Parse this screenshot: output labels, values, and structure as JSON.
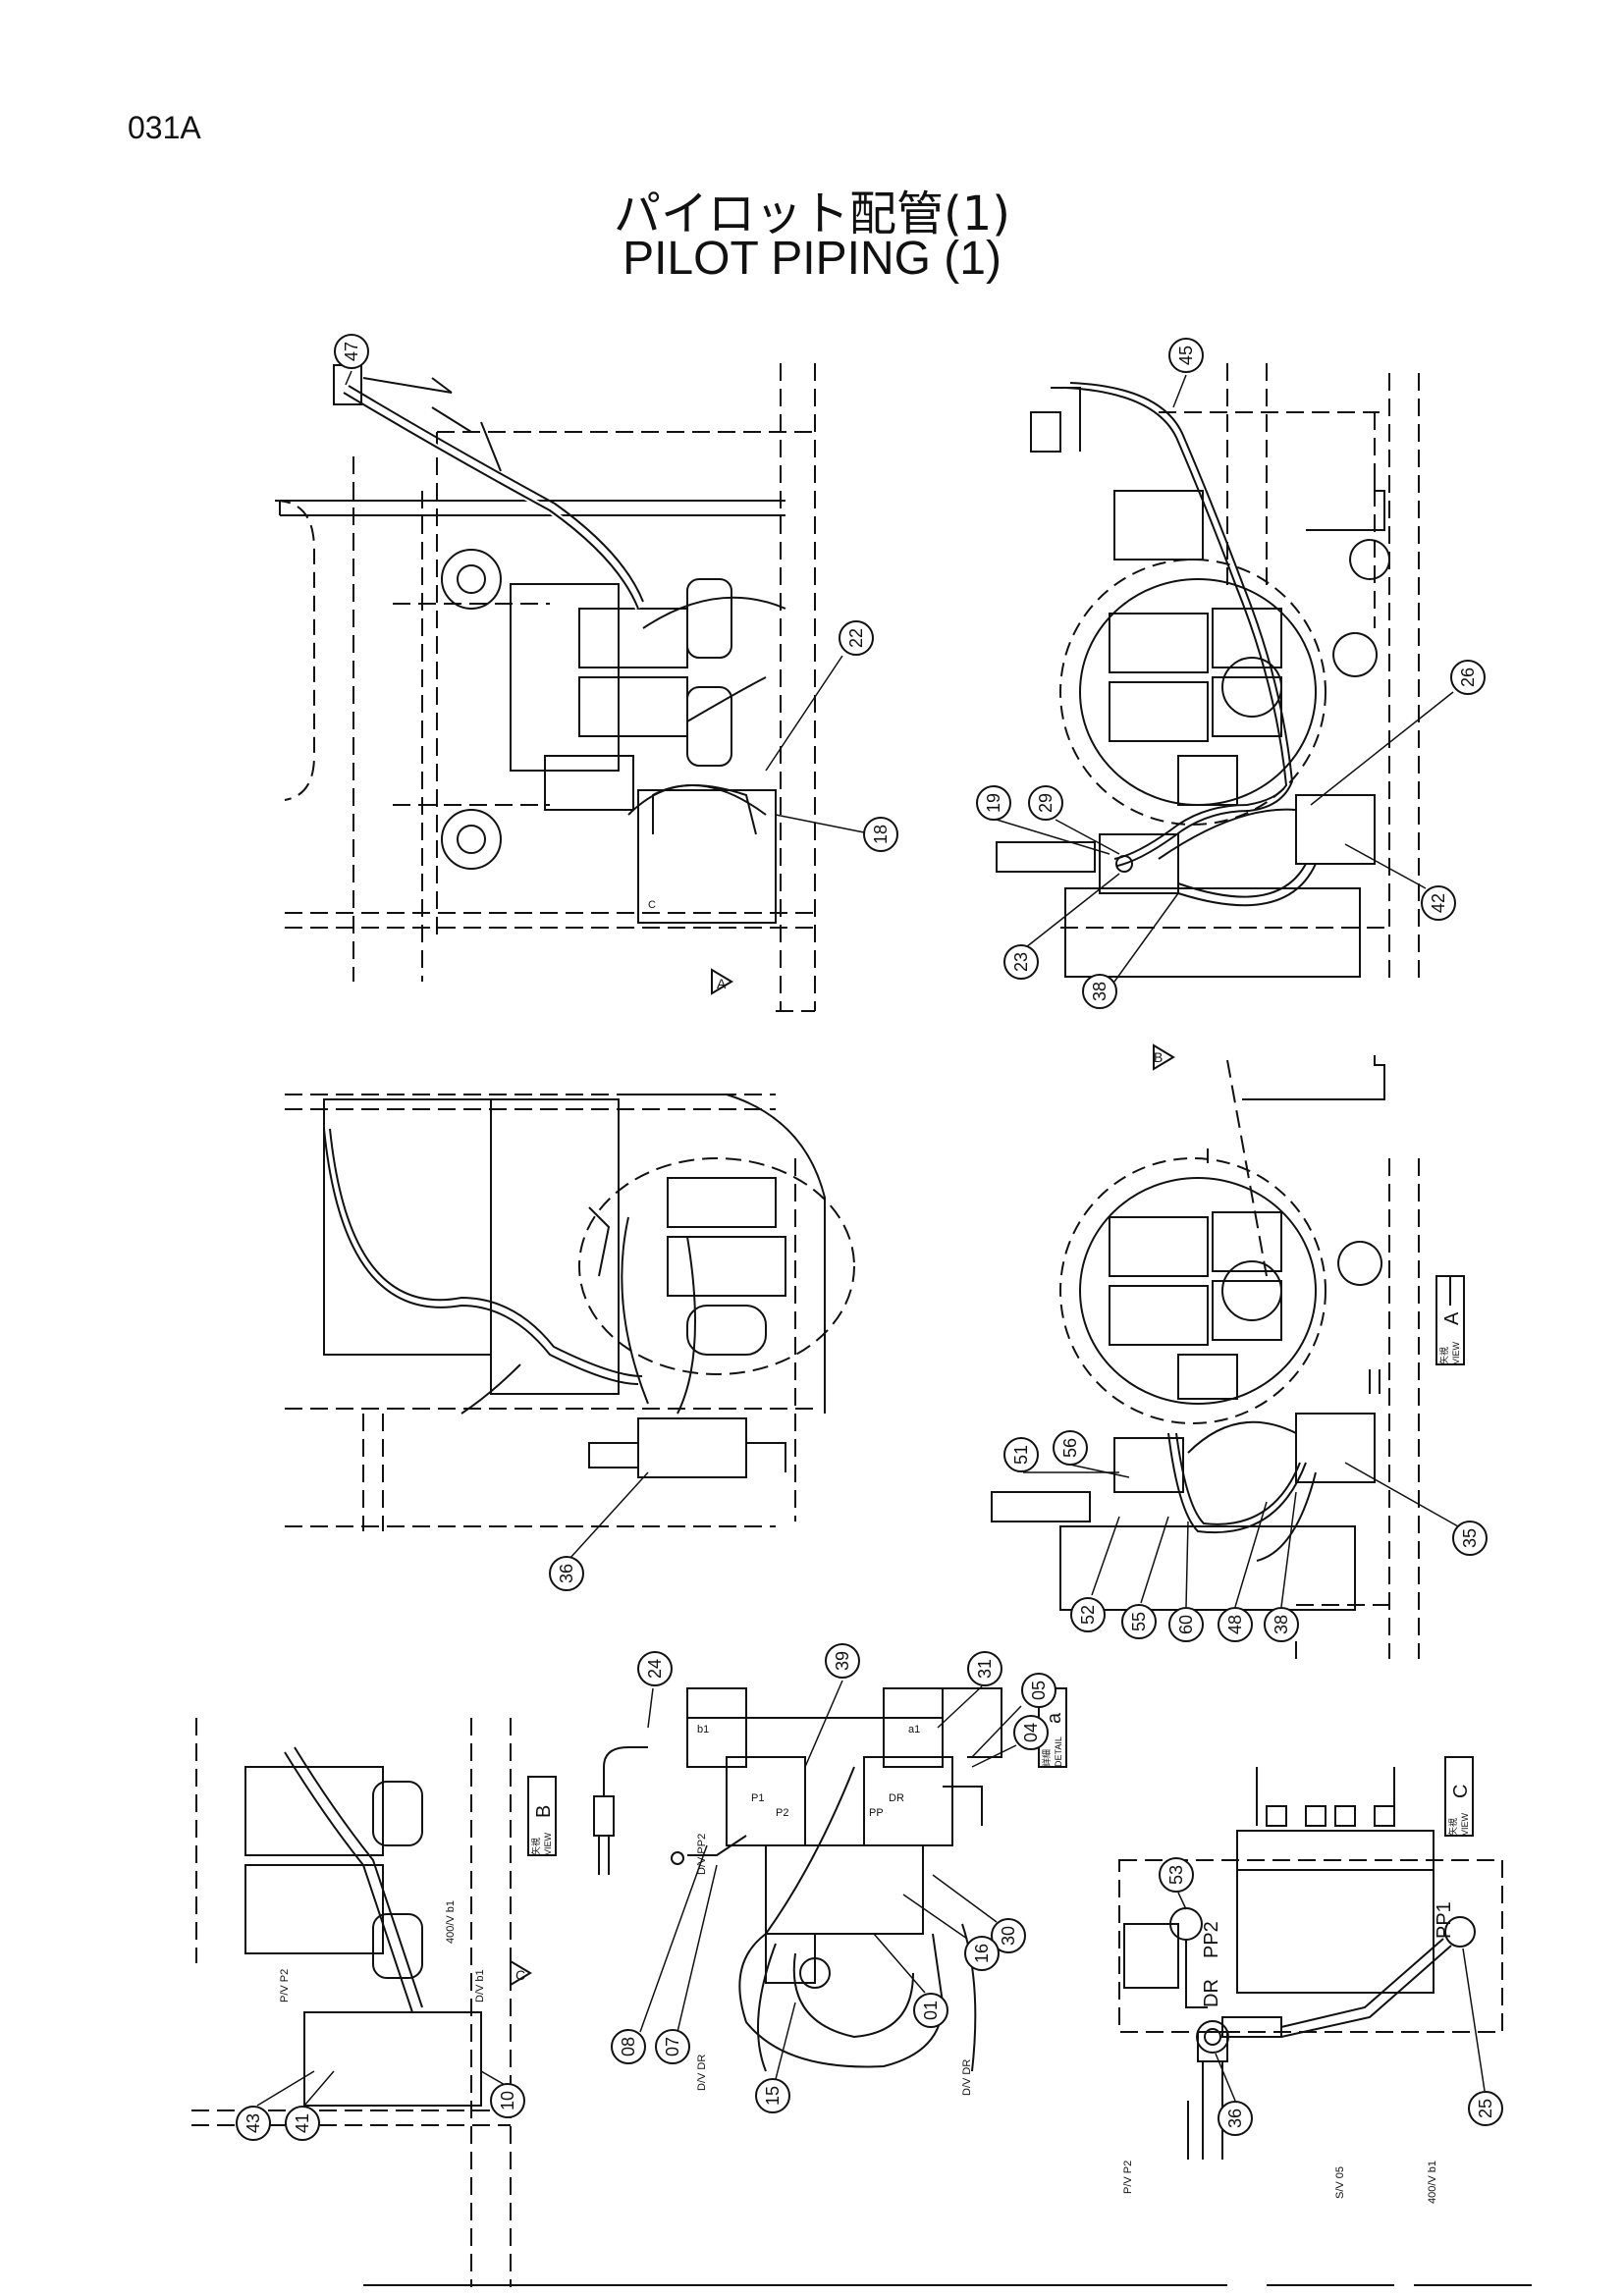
{
  "page": {
    "code": "031A",
    "title_jp": "パイロット配管(1)",
    "title_en": "PILOT   PIPING (1)"
  },
  "view_tags": {
    "view_a": {
      "jp": "矢視",
      "en": "VIEW",
      "letter": "A"
    },
    "view_b": {
      "jp": "矢視",
      "en": "VIEW",
      "letter": "B"
    },
    "view_c": {
      "jp": "矢視",
      "en": "VIEW",
      "letter": "C"
    },
    "detail_a": {
      "jp": "詳細",
      "en": "DETAIL",
      "letter": "a"
    }
  },
  "arrow_labels": {
    "a": "A",
    "b": "B",
    "c": "C"
  },
  "port_labels": {
    "pp1": "PP1",
    "pp2": "PP2",
    "dr": "DR",
    "p1": "P1",
    "p2": "P2",
    "pp": "PP",
    "dr_small": "DR",
    "a1": "a1",
    "b1": "b1",
    "c": "C"
  },
  "hose_labels": {
    "dv_dr": "D/V DR",
    "dv_pp2": "D/V PP2",
    "dv_b1": "D/V b1",
    "sv_05": "S/V 05",
    "400v_b1": "400/V b1",
    "pv_p2": "P/V P2"
  },
  "callouts": {
    "c47": "47",
    "c22": "22",
    "c18": "18",
    "c45": "45",
    "c26": "26",
    "c19": "19",
    "c29": "29",
    "c23": "23",
    "c38a": "38",
    "c42": "42",
    "c36a": "36",
    "c51": "51",
    "c56": "56",
    "c35": "35",
    "c52": "52",
    "c55": "55",
    "c60": "60",
    "c48": "48",
    "c38b": "38",
    "c24": "24",
    "c39": "39",
    "c31": "31",
    "c05": "05",
    "c04": "04",
    "c08": "08",
    "c07": "07",
    "c30": "30",
    "c16": "16",
    "c01": "01",
    "c15": "15",
    "c43": "43",
    "c41": "41",
    "c10": "10",
    "c53": "53",
    "c25": "25",
    "c36b": "36"
  }
}
